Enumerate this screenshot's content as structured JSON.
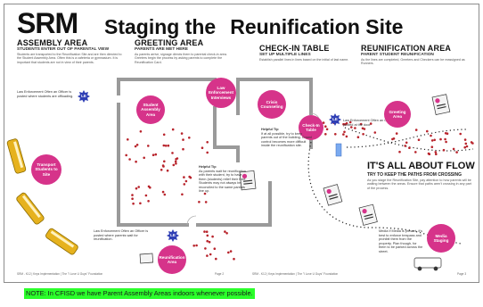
{
  "header": {
    "srm": "SRM",
    "title_part1": "Staging the",
    "title_part2": "Reunification Site"
  },
  "columns": [
    {
      "heading": "ASSEMBLY AREA",
      "sub": "STUDENTS ENTER OUT OF PARENTAL VIEW",
      "body": "Students are transported to the Reunification Site and are then directed to the Student Assembly Area. Often this is a cafeteria or gymnasium. It is important that students are not in view of their parents."
    },
    {
      "heading": "GREETING AREA",
      "sub": "PARENTS ARE MET HERE",
      "body": "As parents arrive, signage directs them to parental check-in area. Greeters begin the process by asking parents to complete the Reunification Card."
    },
    {
      "heading": "CHECK-IN TABLE",
      "sub": "SET UP MULTIPLE LINES",
      "body": "Establish parallel lines in lines based on the initial of last name."
    },
    {
      "heading": "REUNIFICATION AREA",
      "sub": "PARENT STUDENT REUNIFICATION",
      "body": "As the lines are completed, Greeters and Checkers can be reassigned as Runners."
    }
  ],
  "bubbles": {
    "law_interviews": "Law Enforcement Interviews",
    "student_assembly": "Student Assembly Area",
    "crisis_counseling": "Crisis Counseling",
    "check_in_table": "Check-In Table",
    "greeting_area": "Greeting Area",
    "reunification_area": "Reunification Area",
    "media_staging": "Media Staging",
    "transport": "Transport Students to Site"
  },
  "badges": {
    "le": "LE"
  },
  "notes": {
    "law_top": "Law Enforcement Often an Officer is posted where students are offloading.",
    "law_bottom": "Law Enforcement Often an Officer is posted where parents wait for reunification.",
    "law_right": "Law Enforcement Often an Officer is posted at the door.",
    "helpful_tip_1_title": "Helpful Tip",
    "helpful_tip_1": "As parents wait for reunification with their student, try to have them (students) relief their time. Students may not always be reconciled to the same parents line up.",
    "helpful_tip_2_title": "Helpful Tip",
    "helpful_tip_2": "If at all possible, try to keep parents out of the building. Crowd control becomes more difficult inside the reunification site.",
    "media": "Media If Media is present, it's best to enforce trespass and prohibit them from the property. Plan though, for them to be parked across the street."
  },
  "flow": {
    "title": "IT'S ALL ABOUT FLOW",
    "sub": "TRY TO KEEP THE PATHS FROM CROSSING",
    "body": "As you stage the Reunification Site, pay attention to how parents will be waiting between the areas. Ensure that paths aren't crossing in any part of the process."
  },
  "footers": {
    "left": "SRM - K12 | Keys Implementation | The \"I Love U Guys\" Foundation",
    "left_page": "Page 2",
    "right": "SRM - K12 | Keys Implementation | The \"I Love U Guys\" Foundation",
    "right_page": "Page 3"
  },
  "bottom_note": "NOTE: In CFISD we have Parent Assembly Areas indoors whenever possible.",
  "colors": {
    "bubble": "#d6338a",
    "le_badge": "#2f3fb5",
    "dots": "#b8242c",
    "bus": "#e6b21e",
    "note_bar": "#2bff2b"
  }
}
